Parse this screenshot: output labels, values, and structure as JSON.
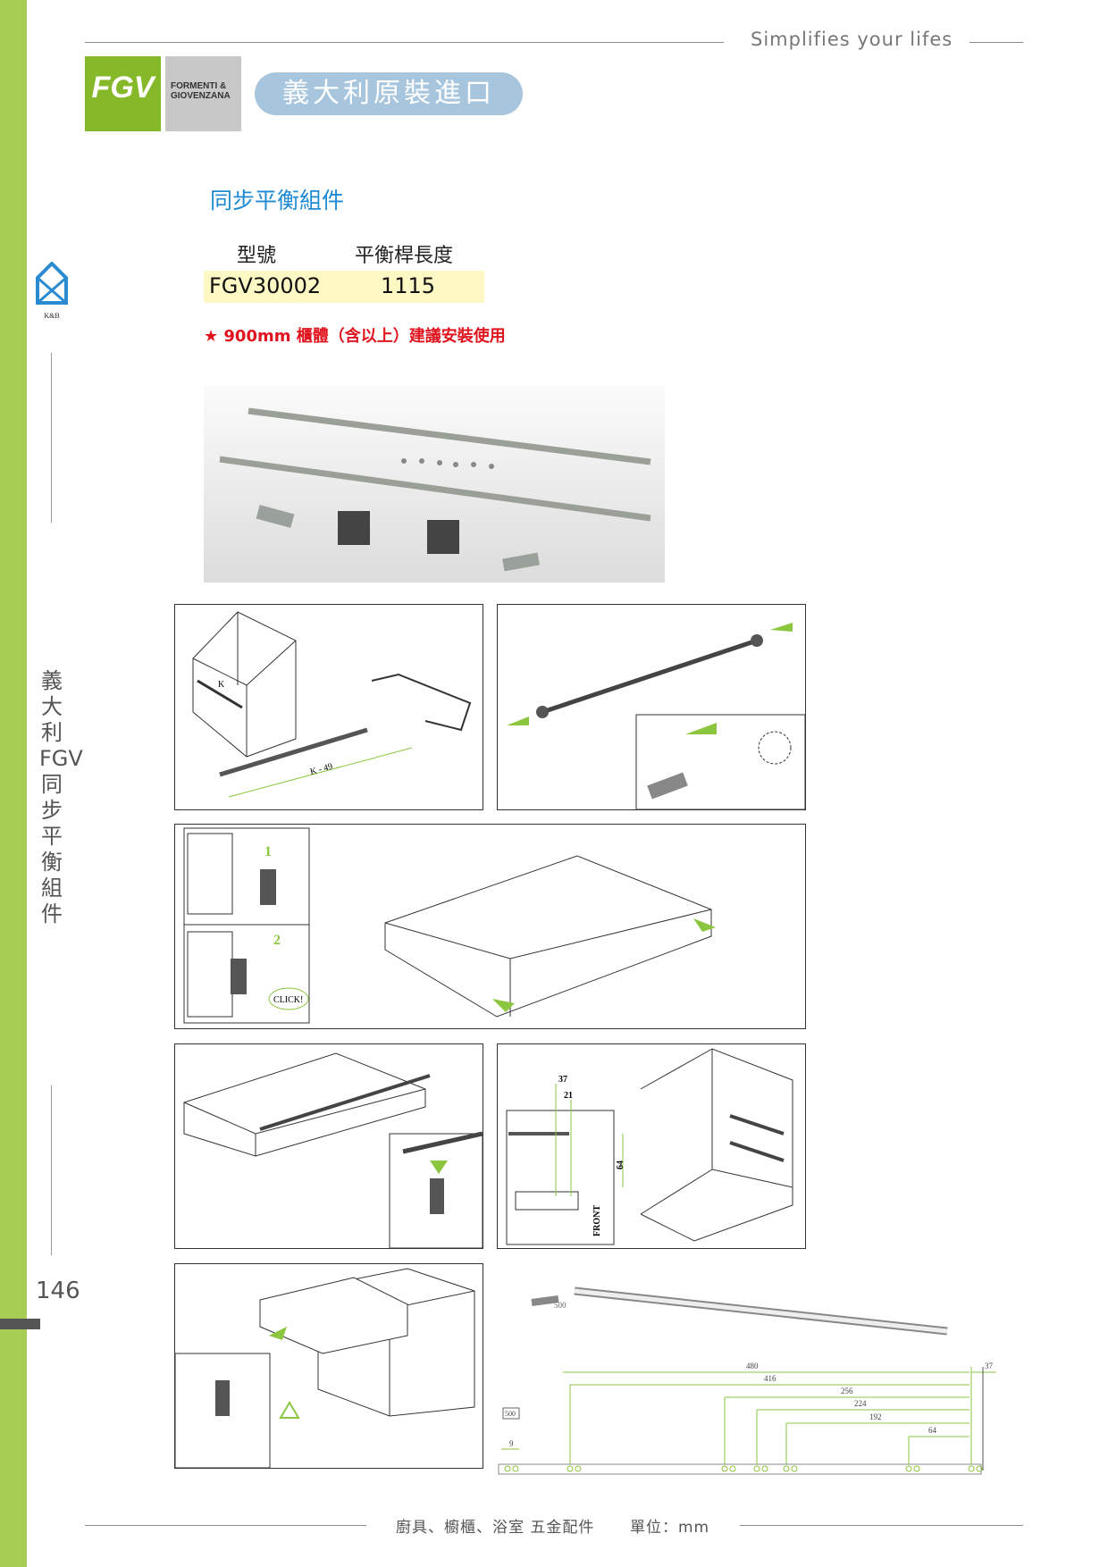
{
  "header": {
    "tagline": "Simplifies your lifes",
    "brand_mark": "FGV",
    "brand_name_1": "FORMENTI &",
    "brand_name_2": "GIOVENZANA",
    "import_badge": "義大利原裝進口"
  },
  "side": {
    "kb_logo": "K&B",
    "vertical_title": "義大利 FGV 同步平衡組件",
    "page_number": "146"
  },
  "product": {
    "title": "同步平衡組件",
    "table": {
      "headers": [
        "型號",
        "平衡桿長度"
      ],
      "rows": [
        {
          "model": "FGV30002",
          "length": "1115"
        }
      ]
    },
    "note": "★ 900mm 櫃體（含以上）建議安裝使用"
  },
  "diagrams": {
    "step1": {
      "k_label": "K",
      "cut_label": "K - 49"
    },
    "step3": {
      "step1": "1",
      "step2": "2",
      "click": "CLICK!"
    },
    "step6": {
      "d37": "37",
      "d21": "21",
      "d64": "64",
      "front": "FRONT"
    },
    "dimensions": {
      "rail_label": "500",
      "box_label": "500",
      "values": [
        "480",
        "416",
        "256",
        "224",
        "192",
        "64"
      ],
      "end_offset": "37",
      "pitch": "9"
    }
  },
  "footer": {
    "category": "廚具、櫥櫃、浴室 五金配件",
    "unit": "單位：mm"
  }
}
